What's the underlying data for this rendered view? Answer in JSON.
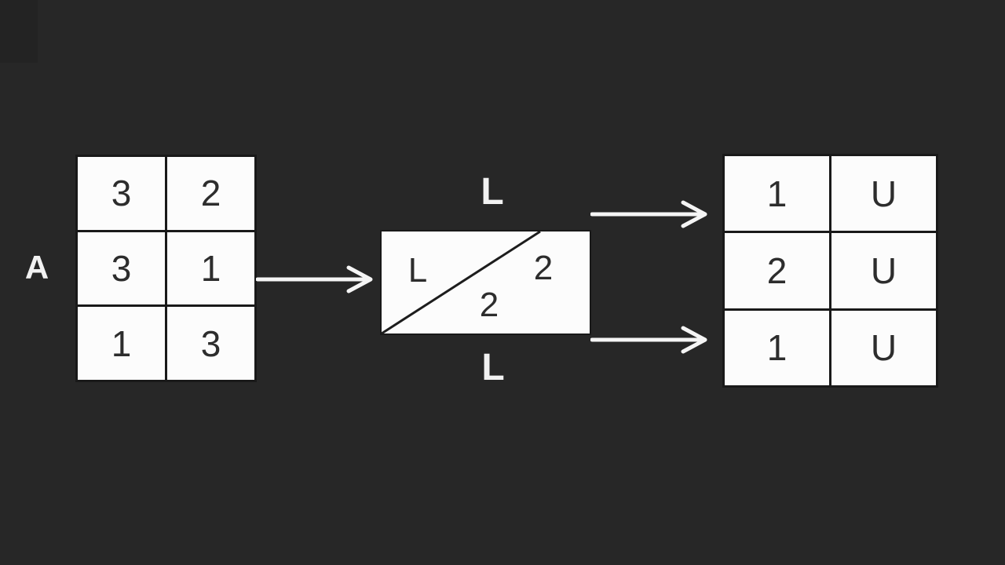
{
  "colors": {
    "background": "#272727",
    "cell_fill": "#fcfcfc",
    "grid_line": "#191919",
    "dark_text": "#2d2d2d",
    "light_text": "#f2f2f2"
  },
  "matrix_a": {
    "label": "A",
    "rows": [
      [
        "3",
        "2"
      ],
      [
        "3",
        "1"
      ],
      [
        "1",
        "3"
      ]
    ]
  },
  "lu_box": {
    "label_above": "L",
    "label_below": "L",
    "inner_lower_left": "L",
    "inner_upper_right": "2",
    "inner_center": "2"
  },
  "matrix_lu": {
    "rows": [
      [
        "1",
        "U"
      ],
      [
        "2",
        "U"
      ],
      [
        "1",
        "U"
      ]
    ]
  }
}
